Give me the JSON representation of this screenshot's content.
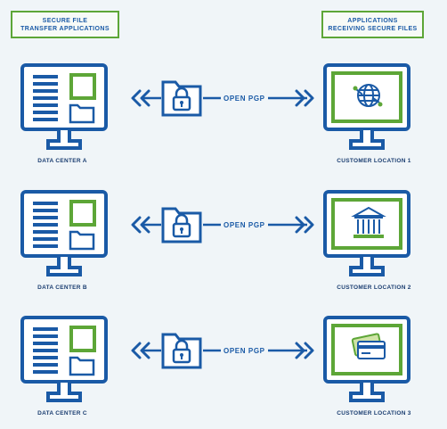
{
  "headers": {
    "left": "SECURE FILE\nTRANSFER APPLICATIONS",
    "right": "APPLICATIONS\nRECEIVING SECURE FILES"
  },
  "connection_label": "OPEN PGP",
  "rows": [
    {
      "source": "DATA CENTER A",
      "destination": "CUSTOMER LOCATION 1",
      "destination_icon": "globe-network-icon"
    },
    {
      "source": "DATA CENTER B",
      "destination": "CUSTOMER LOCATION 2",
      "destination_icon": "bank-icon"
    },
    {
      "source": "DATA CENTER C",
      "destination": "CUSTOMER LOCATION 3",
      "destination_icon": "credit-card-icon"
    }
  ],
  "colors": {
    "primary_blue": "#1a5aa6",
    "accent_green": "#5da637",
    "background": "#f0f5f8"
  }
}
